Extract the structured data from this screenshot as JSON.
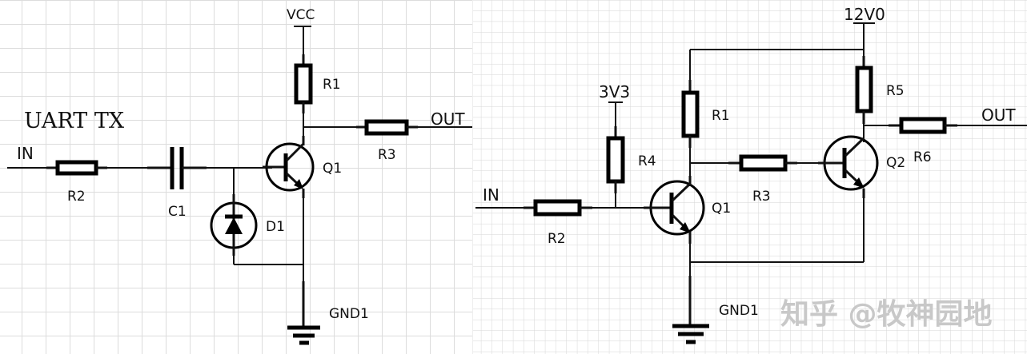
{
  "left_circuit": {
    "title": "UART  TX",
    "power_label": "VCC",
    "input_label": "IN",
    "output_label": "OUT",
    "ground_label": "GND1",
    "components": {
      "r1": "R1",
      "r2": "R2",
      "r3": "R3",
      "c1": "C1",
      "d1": "D1",
      "q1": "Q1"
    }
  },
  "right_circuit": {
    "power_label_low": "3V3",
    "power_label_high": "12V0",
    "input_label": "IN",
    "output_label": "OUT",
    "ground_label": "GND1",
    "components": {
      "r1": "R1",
      "r2": "R2",
      "r3": "R3",
      "r4": "R4",
      "r5": "R5",
      "r6": "R6",
      "q1": "Q1",
      "q2": "Q2"
    }
  },
  "watermark": "知乎 @牧神园地",
  "colors": {
    "grid": "#d9d9d9",
    "ink": "#000000",
    "watermark": "#c8c8c8"
  }
}
